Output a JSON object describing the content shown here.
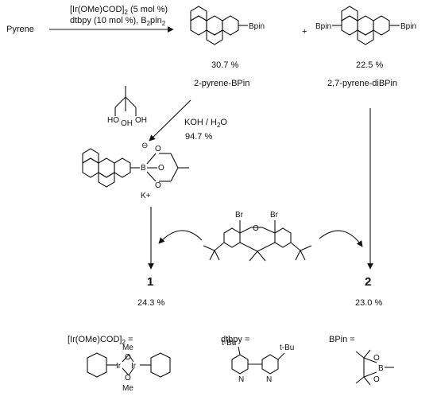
{
  "reaction": {
    "start_material": "Pyrene",
    "conditions_line1": "[Ir(OMe)COD]",
    "conditions_line1_sub": "2",
    "conditions_line1_tail": " (5 mol %)",
    "conditions_line2_a": "dtbpy (10 mol %), B",
    "conditions_line2_sub1": "2",
    "conditions_line2_b": "pin",
    "conditions_line2_sub2": "2"
  },
  "products_top": {
    "mono": {
      "yield": "30.7 %",
      "name": "2-pyrene-BPin",
      "group": "Bpin"
    },
    "plus": "+",
    "di": {
      "yield": "22.5 %",
      "name": "2,7-pyrene-diBPin",
      "group_left": "Bpin",
      "group_right": "Bpin"
    }
  },
  "hydrolysis": {
    "reagent": "KOH / H",
    "reagent_sub": "2",
    "reagent_tail": "O",
    "yield": "94.7 %",
    "diol_labels": [
      "HO",
      "OH",
      "OH"
    ],
    "borate_labels": {
      "charge": "⊖",
      "o1": "O",
      "o2": "O",
      "o3": "O",
      "b": "B",
      "cation": "K+"
    }
  },
  "xanthene": {
    "br_left": "Br",
    "br_right": "Br",
    "o": "O"
  },
  "compounds": {
    "c1": {
      "number": "1",
      "yield": "24.3 %"
    },
    "c2": {
      "number": "2",
      "yield": "23.0 %"
    }
  },
  "legend": {
    "ir_label": "[Ir(OMe)COD]",
    "ir_sub": "2",
    "ir_eq": " =",
    "ir_atoms": {
      "me_top": "Me",
      "me_bottom": "Me",
      "o": "O",
      "ir": "Ir"
    },
    "dtbpy_label": "dtbpy =",
    "dtbpy_atoms": {
      "tbu": "t-Bu",
      "n": "N"
    },
    "bpin_label": "BPin =",
    "bpin_atoms": {
      "o": "O",
      "b": "B"
    }
  }
}
